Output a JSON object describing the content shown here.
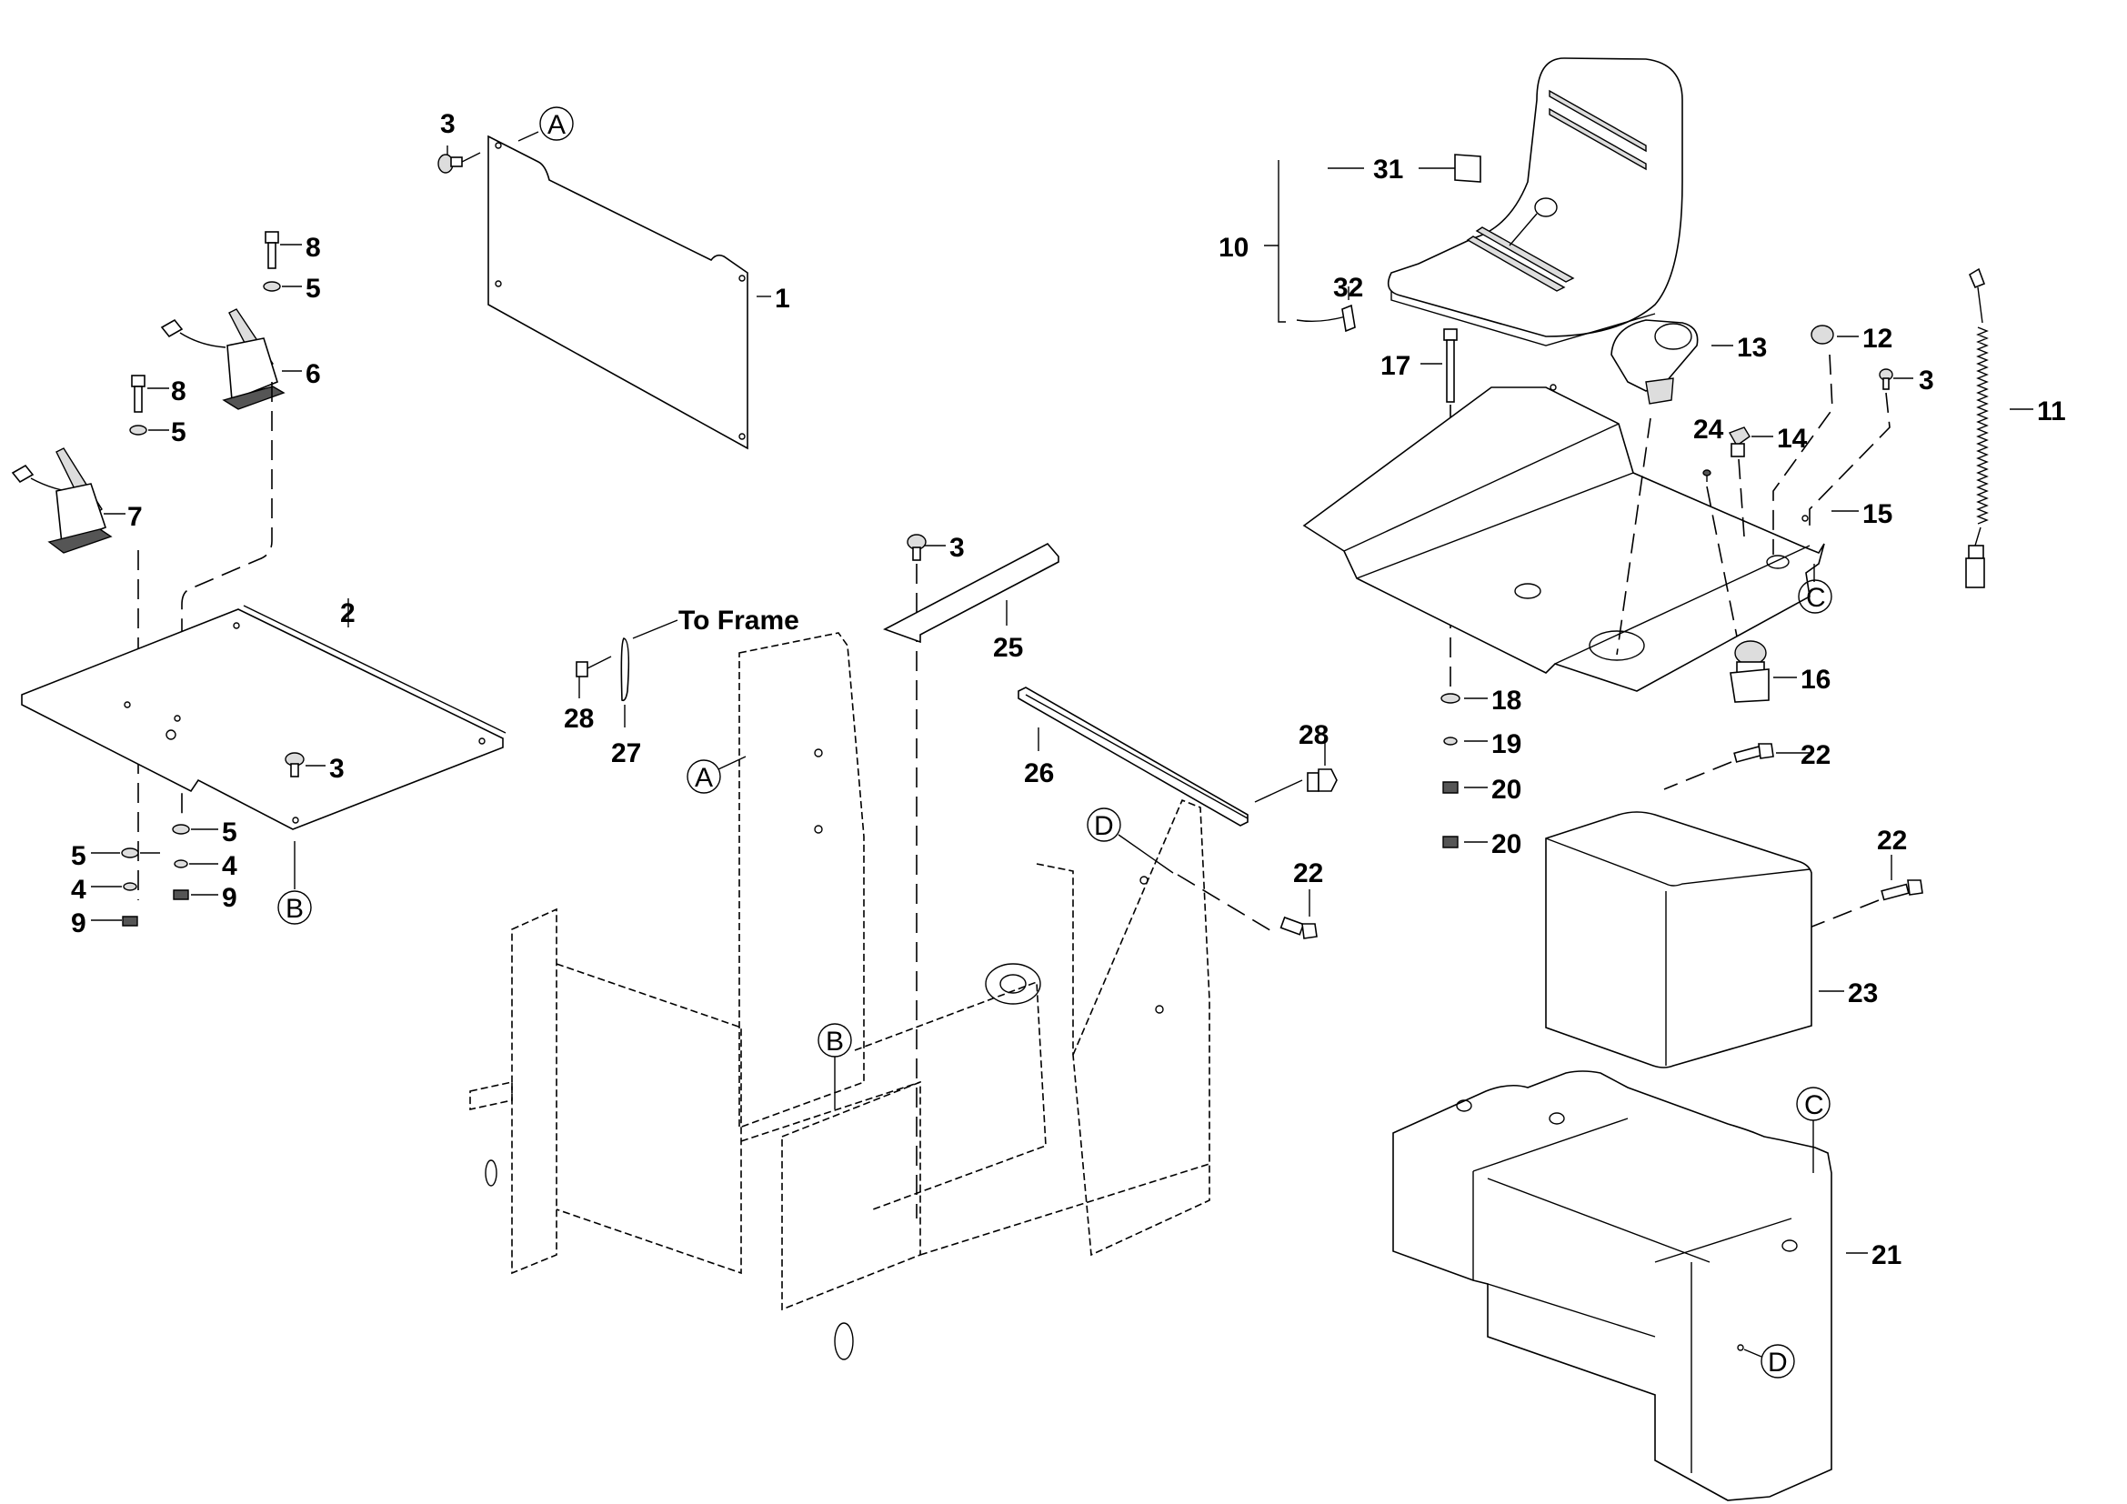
{
  "diagram": {
    "type": "exploded-parts-view",
    "note_to_frame": "To Frame",
    "callouts": [
      {
        "id": "c-3a",
        "text": "3",
        "part": "screw"
      },
      {
        "id": "c-1",
        "text": "1",
        "part": "rear panel"
      },
      {
        "id": "c-8a",
        "text": "8",
        "part": "bolt"
      },
      {
        "id": "c-5a",
        "text": "5",
        "part": "washer"
      },
      {
        "id": "c-6",
        "text": "6",
        "part": "foot pedal"
      },
      {
        "id": "c-8b",
        "text": "8",
        "part": "bolt"
      },
      {
        "id": "c-5b",
        "text": "5",
        "part": "washer"
      },
      {
        "id": "c-7",
        "text": "7",
        "part": "foot pedal"
      },
      {
        "id": "c-2",
        "text": "2",
        "part": "floor plate"
      },
      {
        "id": "c-3b",
        "text": "3",
        "part": "screw"
      },
      {
        "id": "c-5c",
        "text": "5",
        "part": "washer"
      },
      {
        "id": "c-4a",
        "text": "4",
        "part": "lock washer"
      },
      {
        "id": "c-9a",
        "text": "9",
        "part": "nut"
      },
      {
        "id": "c-5d",
        "text": "5",
        "part": "washer"
      },
      {
        "id": "c-4b",
        "text": "4",
        "part": "lock washer"
      },
      {
        "id": "c-9b",
        "text": "9",
        "part": "nut"
      },
      {
        "id": "c-3c",
        "text": "3",
        "part": "screw"
      },
      {
        "id": "c-25",
        "text": "25",
        "part": "bracket"
      },
      {
        "id": "c-26",
        "text": "26",
        "part": "angle bar"
      },
      {
        "id": "c-28a",
        "text": "28",
        "part": "bolt"
      },
      {
        "id": "c-27",
        "text": "27",
        "part": "ground strap"
      },
      {
        "id": "c-28b",
        "text": "28",
        "part": "bolt"
      },
      {
        "id": "c-22a",
        "text": "22",
        "part": "bolt"
      },
      {
        "id": "c-10",
        "text": "10",
        "part": "seat assembly"
      },
      {
        "id": "c-31",
        "text": "31",
        "part": "seat belt buckle"
      },
      {
        "id": "c-32",
        "text": "32",
        "part": "seat switch"
      },
      {
        "id": "c-13",
        "text": "13",
        "part": "cup holder"
      },
      {
        "id": "c-12",
        "text": "12",
        "part": "plug"
      },
      {
        "id": "c-3d",
        "text": "3",
        "part": "screw"
      },
      {
        "id": "c-11",
        "text": "11",
        "part": "coiled cable"
      },
      {
        "id": "c-17",
        "text": "17",
        "part": "bolt"
      },
      {
        "id": "c-24",
        "text": "24",
        "part": "screw"
      },
      {
        "id": "c-14",
        "text": "14",
        "part": "switch"
      },
      {
        "id": "c-15",
        "text": "15",
        "part": "seat deck"
      },
      {
        "id": "c-16",
        "text": "16",
        "part": "emergency stop"
      },
      {
        "id": "c-18",
        "text": "18",
        "part": "washer"
      },
      {
        "id": "c-19",
        "text": "19",
        "part": "lock washer"
      },
      {
        "id": "c-20a",
        "text": "20",
        "part": "nut"
      },
      {
        "id": "c-20b",
        "text": "20",
        "part": "nut"
      },
      {
        "id": "c-22b",
        "text": "22",
        "part": "bolt"
      },
      {
        "id": "c-22c",
        "text": "22",
        "part": "bolt"
      },
      {
        "id": "c-23",
        "text": "23",
        "part": "cover"
      },
      {
        "id": "c-21",
        "text": "21",
        "part": "battery tray"
      }
    ],
    "reference_markers": [
      {
        "id": "r-a1",
        "text": "A"
      },
      {
        "id": "r-a2",
        "text": "A"
      },
      {
        "id": "r-b1",
        "text": "B"
      },
      {
        "id": "r-b2",
        "text": "B"
      },
      {
        "id": "r-c1",
        "text": "C"
      },
      {
        "id": "r-c2",
        "text": "C"
      },
      {
        "id": "r-d1",
        "text": "D"
      },
      {
        "id": "r-d2",
        "text": "D"
      }
    ]
  }
}
